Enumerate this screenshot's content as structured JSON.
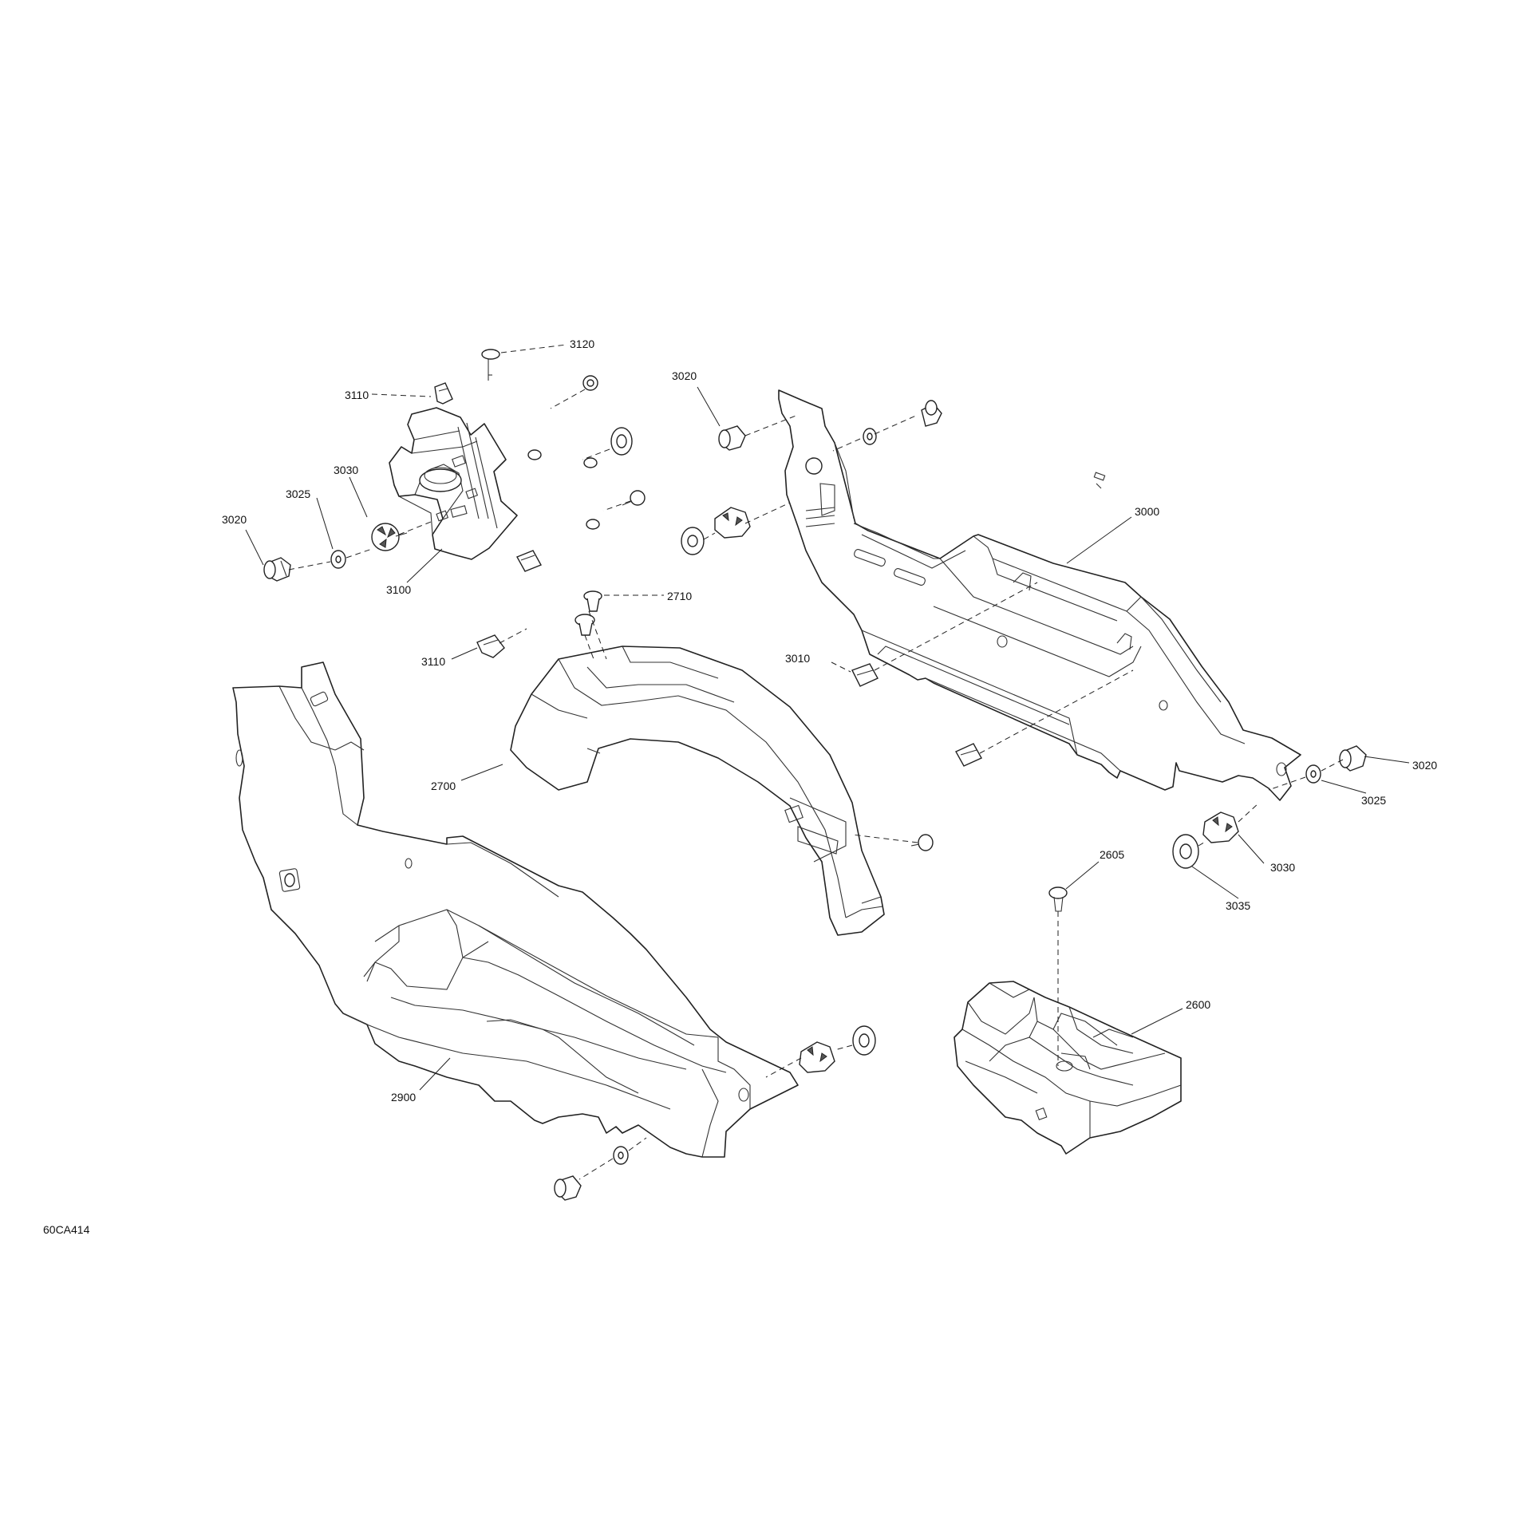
{
  "diagram": {
    "reference_code": "60CA414",
    "callouts": {
      "c3120": "3120",
      "c3110_top": "3110",
      "c3030_left": "3030",
      "c3025_left": "3025",
      "c3020_left": "3020",
      "c3100": "3100",
      "c3110_mid": "3110",
      "c2710": "2710",
      "c3020_top": "3020",
      "c3000": "3000",
      "c3010": "3010",
      "c2700": "2700",
      "c3020_right": "3020",
      "c3025_right": "3025",
      "c3030_right": "3030",
      "c3035": "3035",
      "c2605": "2605",
      "c2600": "2600",
      "c2900": "2900"
    }
  }
}
